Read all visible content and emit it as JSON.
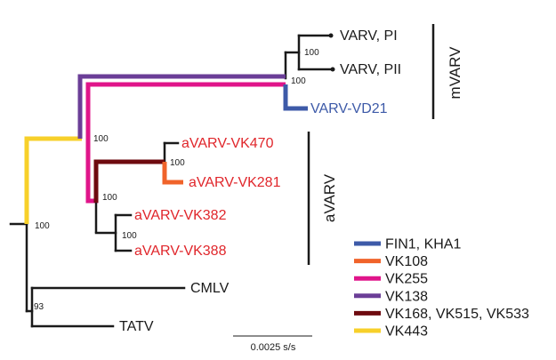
{
  "colors": {
    "black": "#1a1a1a",
    "red_label": "#e0262b",
    "blue": "#3d5aa8",
    "orange": "#f0632a",
    "magenta": "#e0158a",
    "purple": "#6b3e97",
    "maroon": "#6e0a0f",
    "yellow": "#f7d02a"
  },
  "leaves": {
    "varv_pi": "VARV, PI",
    "varv_pii": "VARV, PII",
    "varv_vd21": "VARV-VD21",
    "vk470": "aVARV-VK470",
    "vk281": "aVARV-VK281",
    "vk382": "aVARV-VK382",
    "vk388": "aVARV-VK388",
    "cmlv": "CMLV",
    "tatv": "TATV"
  },
  "support_values": {
    "varv_pi_pii": "100",
    "mvarv": "100",
    "varv_avarv": "100",
    "vk470_281": "100",
    "avarv": "100",
    "vk382_388": "100",
    "root_split": "100",
    "cmlv_tatv": "93"
  },
  "clades": {
    "mvarv": "mVARV",
    "avarv": "aVARV"
  },
  "legend": [
    {
      "label": "FIN1, KHA1",
      "color": "#3d5aa8"
    },
    {
      "label": "VK108",
      "color": "#f0632a"
    },
    {
      "label": "VK255",
      "color": "#e0158a"
    },
    {
      "label": "VK138",
      "color": "#6b3e97"
    },
    {
      "label": "VK168, VK515, VK533",
      "color": "#6e0a0f"
    },
    {
      "label": "VK443",
      "color": "#f7d02a"
    }
  ],
  "scale_bar": {
    "label": "0.0025 s/s"
  }
}
